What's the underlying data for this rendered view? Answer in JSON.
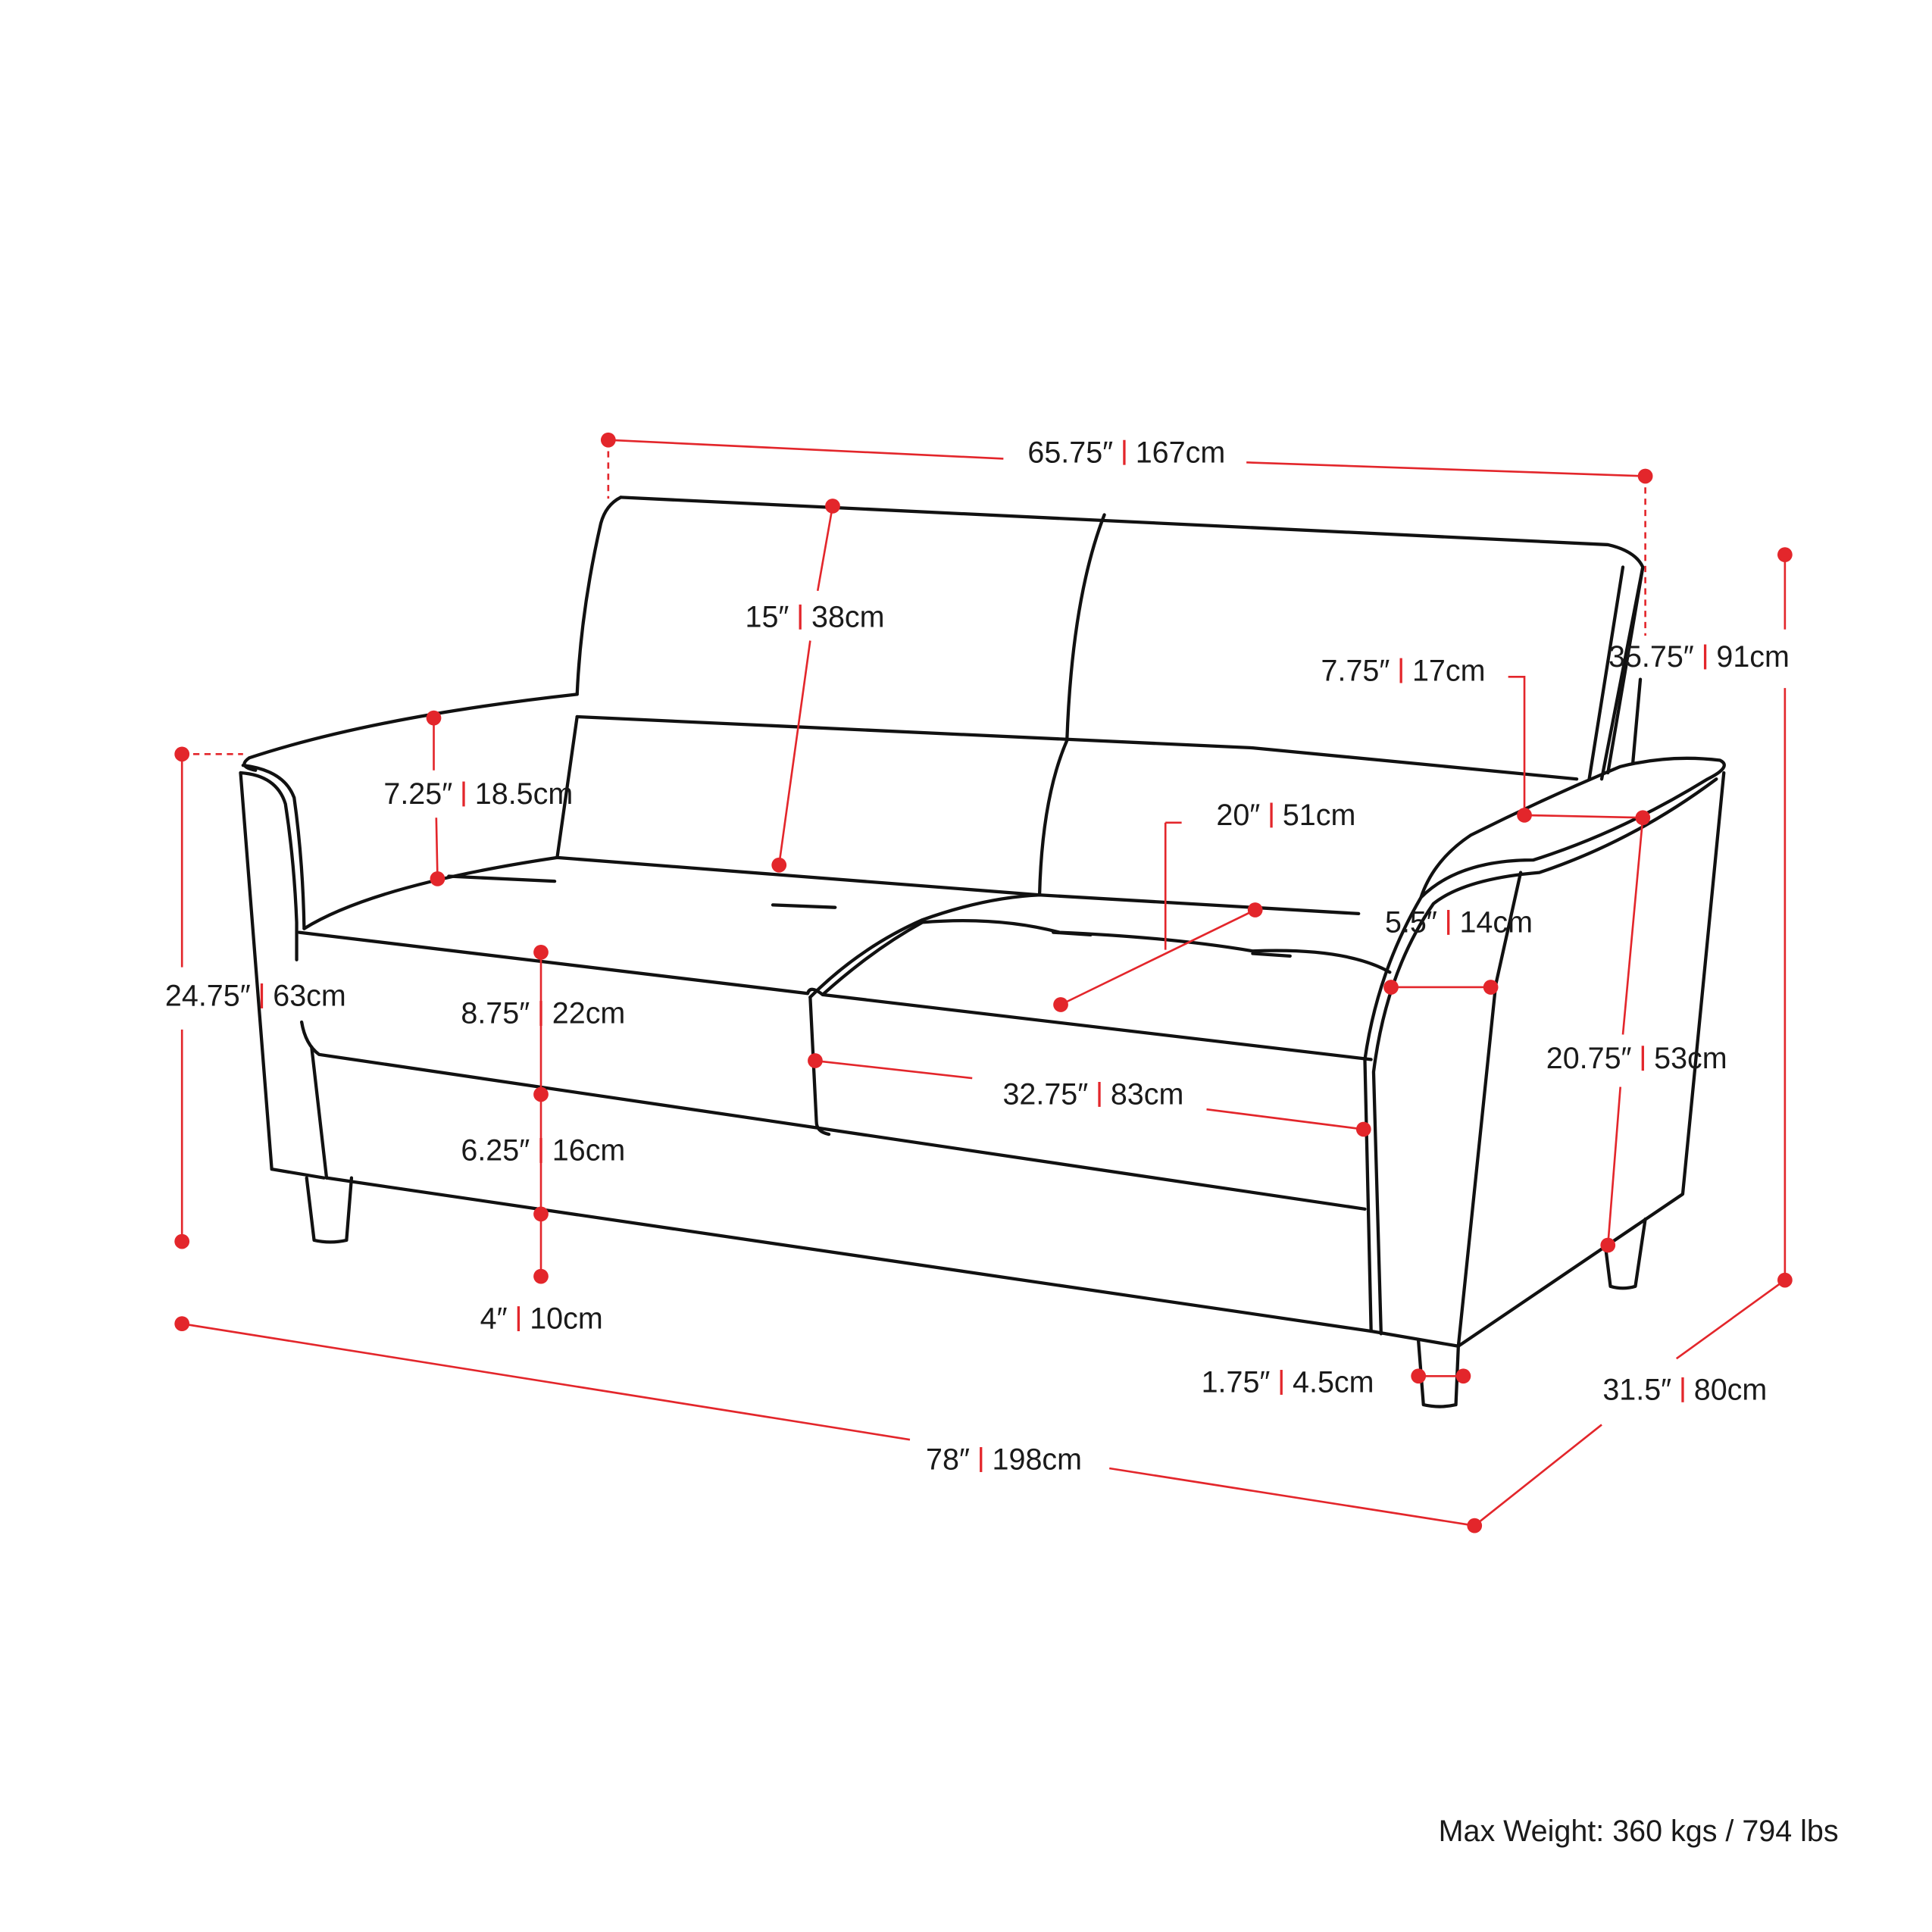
{
  "accent_color": "#e3262b",
  "dimensions": {
    "back_width": {
      "in": "65.75″",
      "cm": "167cm"
    },
    "back_cushion_height": {
      "in": "15″",
      "cm": "38cm"
    },
    "arm_above_seat": {
      "in": "7.25″",
      "cm": "18.5cm"
    },
    "total_height": {
      "in": "35.75″",
      "cm": "91cm"
    },
    "arm_width": {
      "in": "7.75″",
      "cm": "17cm"
    },
    "seat_depth": {
      "in": "20″",
      "cm": "51cm"
    },
    "arm_inner_width": {
      "in": "5.5″",
      "cm": "14cm"
    },
    "arm_height": {
      "in": "24.75″",
      "cm": "63cm"
    },
    "cushion_height": {
      "in": "8.75″",
      "cm": "22cm"
    },
    "seat_width": {
      "in": "32.75″",
      "cm": "83cm"
    },
    "arm_front_height": {
      "in": "20.75″",
      "cm": "53cm"
    },
    "base_height": {
      "in": "6.25″",
      "cm": "16cm"
    },
    "leg_height": {
      "in": "4″",
      "cm": "10cm"
    },
    "leg_width": {
      "in": "1.75″",
      "cm": "4.5cm"
    },
    "overall_depth": {
      "in": "31.5″",
      "cm": "80cm"
    },
    "overall_width": {
      "in": "78″",
      "cm": "198cm"
    }
  },
  "max_weight": "Max Weight: 360 kgs / 794 lbs"
}
